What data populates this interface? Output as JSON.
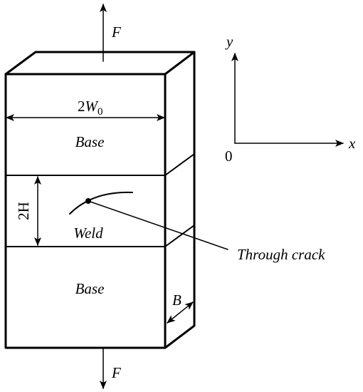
{
  "diagram": {
    "force_top": "F",
    "force_bottom": "F",
    "width_label": {
      "prefix": "2",
      "var": "W",
      "subscript": "0"
    },
    "height_label": "2H",
    "thickness_label": "B",
    "region_top": "Base",
    "region_middle": "Weld",
    "region_bottom": "Base",
    "crack_label": "Through crack",
    "axes": {
      "y": "y",
      "x": "x",
      "origin": "0"
    },
    "colors": {
      "stroke": "#000000",
      "background": "#ffffff"
    }
  }
}
